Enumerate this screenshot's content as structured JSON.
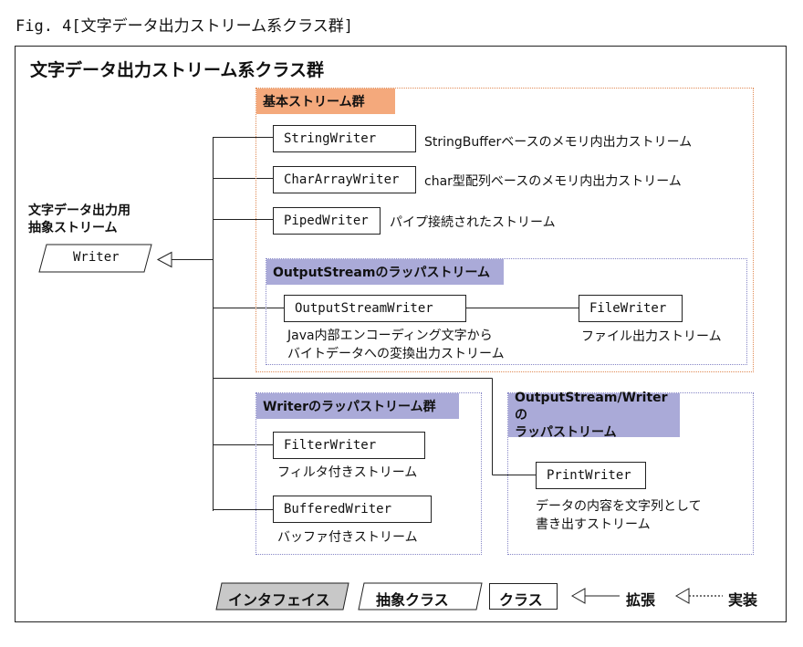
{
  "figure_caption": "Fig. 4[文字データ出力ストリーム系クラス群]",
  "diagram_title": "文字データ出力ストリーム系クラス群",
  "writer": {
    "description_line1": "文字データ出力用",
    "description_line2": "抽象ストリーム",
    "label": "Writer"
  },
  "basic_group": {
    "header": "基本ストリーム群",
    "classes": [
      {
        "name": "StringWriter",
        "description": "StringBufferベースのメモリ内出力ストリーム"
      },
      {
        "name": "CharArrayWriter",
        "description": "char型配列ベースのメモリ内出力ストリーム"
      },
      {
        "name": "PipedWriter",
        "description": "パイプ接続されたストリーム"
      }
    ]
  },
  "outputstream_group": {
    "header": "OutputStreamのラッパストリーム",
    "class_name": "OutputStreamWriter",
    "description_line1": "Java内部エンコーディング文字から",
    "description_line2": "バイトデータへの変換出力ストリーム",
    "sub_class_name": "FileWriter",
    "sub_description": "ファイル出力ストリーム"
  },
  "writer_wrapper_group": {
    "header": "Writerのラッパストリーム群",
    "classes": [
      {
        "name": "FilterWriter",
        "description": "フィルタ付きストリーム"
      },
      {
        "name": "BufferedWriter",
        "description": "バッファ付きストリーム"
      }
    ]
  },
  "os_writer_wrapper_group": {
    "header_line1": "OutputStream/Writerの",
    "header_line2": "ラッパストリーム",
    "class_name": "PrintWriter",
    "description_line1": "データの内容を文字列として",
    "description_line2": "書き出すストリーム"
  },
  "legend": {
    "interface": "インタフェイス",
    "abstract_class": "抽象クラス",
    "class": "クラス",
    "extends": "拡張",
    "implements": "実装"
  },
  "colors": {
    "basic_group_header": "#f4a97c",
    "basic_group_border": "#e08a55",
    "wrapper_group_header": "#aaaad8",
    "wrapper_group_border": "#8686c6",
    "interface_fill": "#c8c8c8"
  }
}
